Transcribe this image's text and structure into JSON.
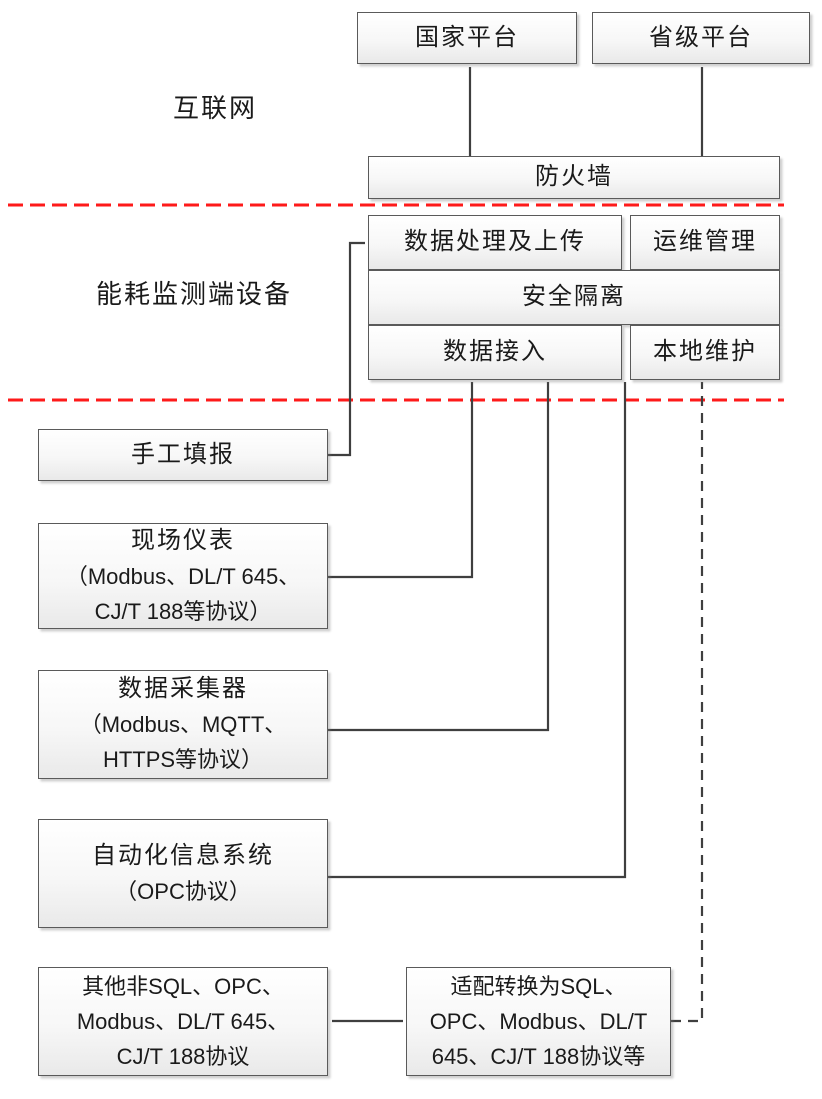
{
  "colors": {
    "background": "#ffffff",
    "box_border": "#5a5a5a",
    "box_fill_top": "#ffffff",
    "box_fill_bottom": "#e9e9e9",
    "connector": "#3f3f3f",
    "security_boundary": "#fe1a1a",
    "text": "#1a1a1a"
  },
  "zone_labels": {
    "internet": "互联网",
    "terminal_device": "能耗监测端设备"
  },
  "platform_boxes": {
    "national": "国家平台",
    "provincial": "省级平台",
    "firewall": "防火墙"
  },
  "device_modules": {
    "data_processing_upload": "数据处理及上传",
    "ops_management": "运维管理",
    "security_isolation": "安全隔离",
    "data_access": "数据接入",
    "local_maintenance": "本地维护"
  },
  "source_boxes": {
    "manual_entry": {
      "lines": [
        "手工填报"
      ]
    },
    "field_instruments": {
      "lines": [
        "现场仪表",
        "（Modbus、DL/T 645、",
        "CJ/T 188等协议）"
      ]
    },
    "data_collector": {
      "lines": [
        "数据采集器",
        "（Modbus、MQTT、",
        "HTTPS等协议）"
      ]
    },
    "automation_system": {
      "lines": [
        "自动化信息系统",
        "（OPC协议）"
      ]
    },
    "other_protocols": {
      "lines": [
        "其他非SQL、OPC、",
        "Modbus、DL/T 645、",
        "CJ/T 188协议"
      ]
    }
  },
  "adapter_box": {
    "lines": [
      "适配转换为SQL、",
      "OPC、Modbus、DL/T",
      "645、CJ/T 188协议等"
    ]
  }
}
